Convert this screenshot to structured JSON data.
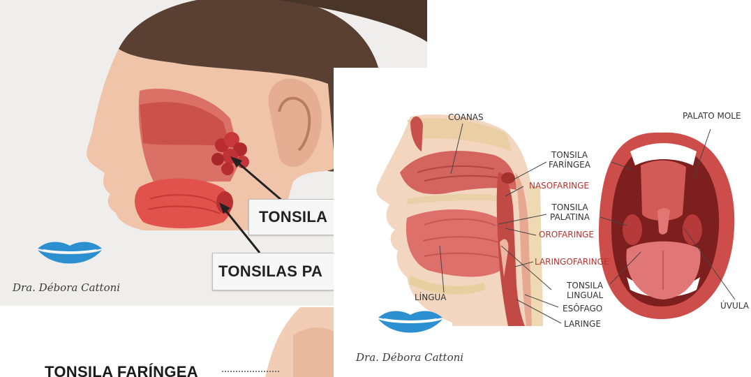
{
  "panel_head": {
    "label_faringea": "TONSILA",
    "label_palatinas": "TONSILAS PA",
    "signature": "Dra. Débora Cattoni"
  },
  "panel_throat": {
    "labels": {
      "coanas": "COANAS",
      "palato_mole": "PALATO MOLE",
      "tonsila_faringea_1": "TONSILA",
      "tonsila_faringea_2": "FARÍNGEA",
      "nasofaringe": "NASOFARINGE",
      "tonsila_palatina_1": "TONSILA",
      "tonsila_palatina_2": "PALATINA",
      "orofaringe": "OROFARINGE",
      "laringofaringe": "LARINGOFARINGE",
      "tonsila_lingual_1": "TONSILA",
      "tonsila_lingual_2": "LINGUAL",
      "lingua": "LÍNGUA",
      "esofago": "ESÔFAGO",
      "laringe": "LARINGE",
      "uvula": "ÚVULA"
    },
    "signature": "Dra. Débora Cattoni"
  },
  "panel_bottom": {
    "label_faringea": "TONSILA FARÍNGEA"
  },
  "colors": {
    "lips_blue": "#2b8fd0",
    "tissue_red": "#c9474a",
    "label_red": "#b5332d",
    "skin": "#f2cdb5"
  }
}
